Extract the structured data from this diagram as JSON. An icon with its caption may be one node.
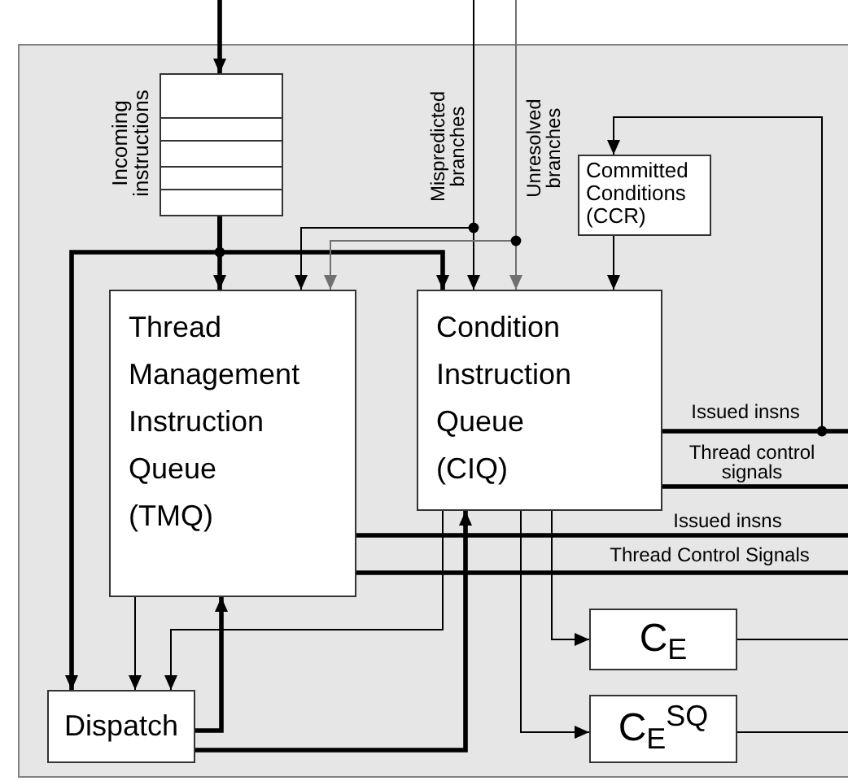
{
  "diagram": {
    "nodes": [
      {
        "text": [],
        "shape": "box",
        "beside": [
          "Incoming instructions"
        ]
      },
      {
        "text": [
          "Committed Conditions (CCR)"
        ]
      },
      {
        "text": [
          "Thread Management Instruction Queue (TMQ)"
        ]
      },
      {
        "text": [
          "Condition Instruction Queue (CIQ)"
        ]
      },
      {
        "text": [
          "Dispatch"
        ]
      },
      {
        "text": [
          "C$_{E}$"
        ]
      },
      {
        "text": [
          "C$_{E}$$^{SQ}$"
        ]
      }
    ],
    "edges": [
      {
        "from": null,
        "to": 0,
        "arrow": "to",
        "style": "thick"
      },
      {
        "from": 0,
        "to": 2,
        "arrow": "to",
        "style": "thick"
      },
      {
        "from": 0,
        "to": 3,
        "arrow": "to",
        "style": "thick"
      },
      {
        "from": 0,
        "to": 4,
        "arrow": "to",
        "style": "thick"
      },
      {
        "from": null,
        "to": 3,
        "arrow": "to",
        "label": "Mispredicted branches"
      },
      {
        "from": null,
        "to": 2,
        "arrow": "to"
      },
      {
        "from": null,
        "to": 3,
        "arrow": "to",
        "label": "Unresolved branches",
        "color": "#707070"
      },
      {
        "from": null,
        "to": 2,
        "arrow": "to",
        "color": "#707070"
      },
      {
        "from": 3,
        "to": 1,
        "arrow": "to"
      },
      {
        "from": 1,
        "to": 3,
        "arrow": "to"
      },
      {
        "from": 3,
        "to": null,
        "arrow": "none",
        "label": "Issued insns",
        "style": "thick"
      },
      {
        "from": 3,
        "to": null,
        "arrow": "none",
        "label": "Thread control signals",
        "style": "thick"
      },
      {
        "from": 2,
        "to": null,
        "arrow": "none",
        "label": "Issued insns",
        "style": "thick"
      },
      {
        "from": 2,
        "to": null,
        "arrow": "none",
        "label": "Thread Control Signals",
        "style": "thick"
      },
      {
        "from": 2,
        "to": 4,
        "arrow": "to"
      },
      {
        "from": 3,
        "to": 4,
        "arrow": "to"
      },
      {
        "from": 4,
        "to": 2,
        "arrow": "to",
        "style": "thick"
      },
      {
        "from": 4,
        "to": 3,
        "arrow": "to",
        "style": "thick"
      },
      {
        "from": 3,
        "to": 5,
        "arrow": "to"
      },
      {
        "from": 3,
        "to": 6,
        "arrow": "to"
      },
      {
        "from": 5,
        "to": null,
        "arrow": "none"
      },
      {
        "from": 6,
        "to": null,
        "arrow": "none"
      }
    ]
  }
}
